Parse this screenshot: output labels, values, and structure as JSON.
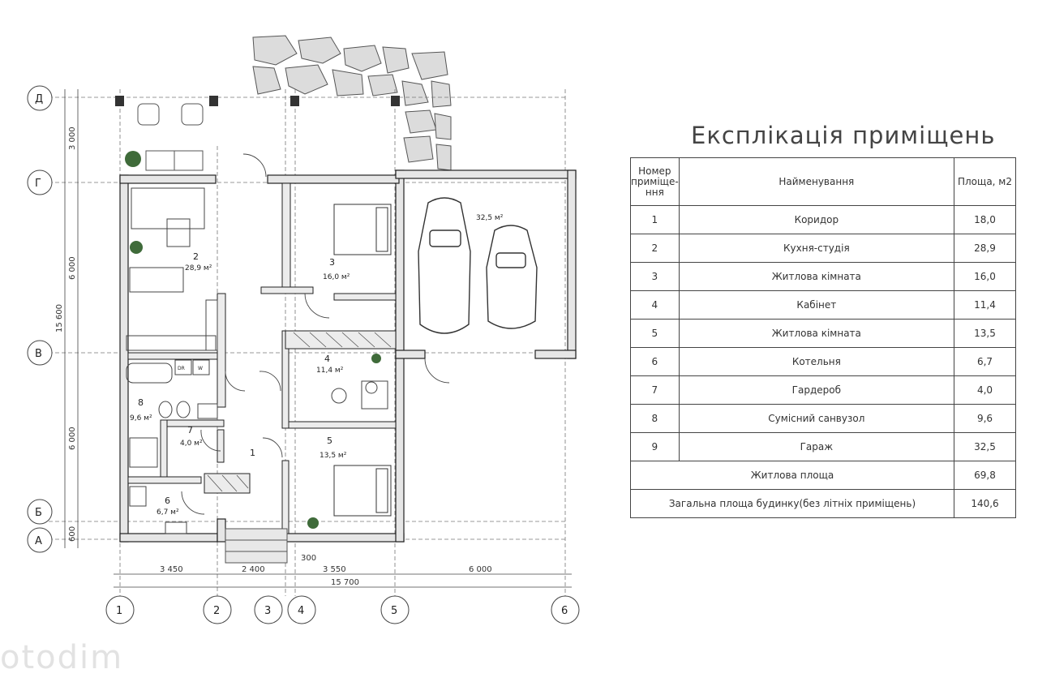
{
  "plan": {
    "axes_top": [
      "Д",
      "Г",
      "В",
      "Б",
      "А"
    ],
    "axes_bottom": [
      "1",
      "2",
      "3",
      "4",
      "5",
      "6"
    ],
    "dims_left": [
      "3 000",
      "6 000",
      "15 600",
      "6 000",
      "600"
    ],
    "dims_bottom": [
      "3 450",
      "2 400",
      "300",
      "3 550",
      "6 000",
      "15 700"
    ],
    "rooms": [
      {
        "num": "1",
        "area": ""
      },
      {
        "num": "2",
        "area": "28,9 м²"
      },
      {
        "num": "3",
        "area": "16,0 м²"
      },
      {
        "num": "4",
        "area": "11,4 м²"
      },
      {
        "num": "5",
        "area": "13,5 м²"
      },
      {
        "num": "6",
        "area": "6,7 м²"
      },
      {
        "num": "7",
        "area": "4,0 м²"
      },
      {
        "num": "8",
        "area": "9,6 м²"
      },
      {
        "num": "",
        "area": "32,5 м²"
      }
    ],
    "appliance_labels": [
      "DR",
      "W"
    ]
  },
  "explication": {
    "title": "Експлікація приміщень",
    "headers": [
      "Номер примiще-ння",
      "Найменування",
      "Площа, м2"
    ],
    "rows": [
      {
        "num": "1",
        "name": "Коридор",
        "area": "18,0"
      },
      {
        "num": "2",
        "name": "Кухня-студія",
        "area": "28,9"
      },
      {
        "num": "3",
        "name": "Житлова кімната",
        "area": "16,0"
      },
      {
        "num": "4",
        "name": "Кабінет",
        "area": "11,4"
      },
      {
        "num": "5",
        "name": "Житлова кімната",
        "area": "13,5"
      },
      {
        "num": "6",
        "name": "Котельня",
        "area": "6,7"
      },
      {
        "num": "7",
        "name": "Гардероб",
        "area": "4,0"
      },
      {
        "num": "8",
        "name": "Сумісний санвузол",
        "area": "9,6"
      },
      {
        "num": "9",
        "name": "Гараж",
        "area": "32,5"
      }
    ],
    "totals": [
      {
        "label": "Житлова площа",
        "value": "69,8"
      },
      {
        "label": "Загальна площа будинку(без літніх приміщень)",
        "value": "140,6"
      }
    ]
  },
  "watermark": "otodim"
}
